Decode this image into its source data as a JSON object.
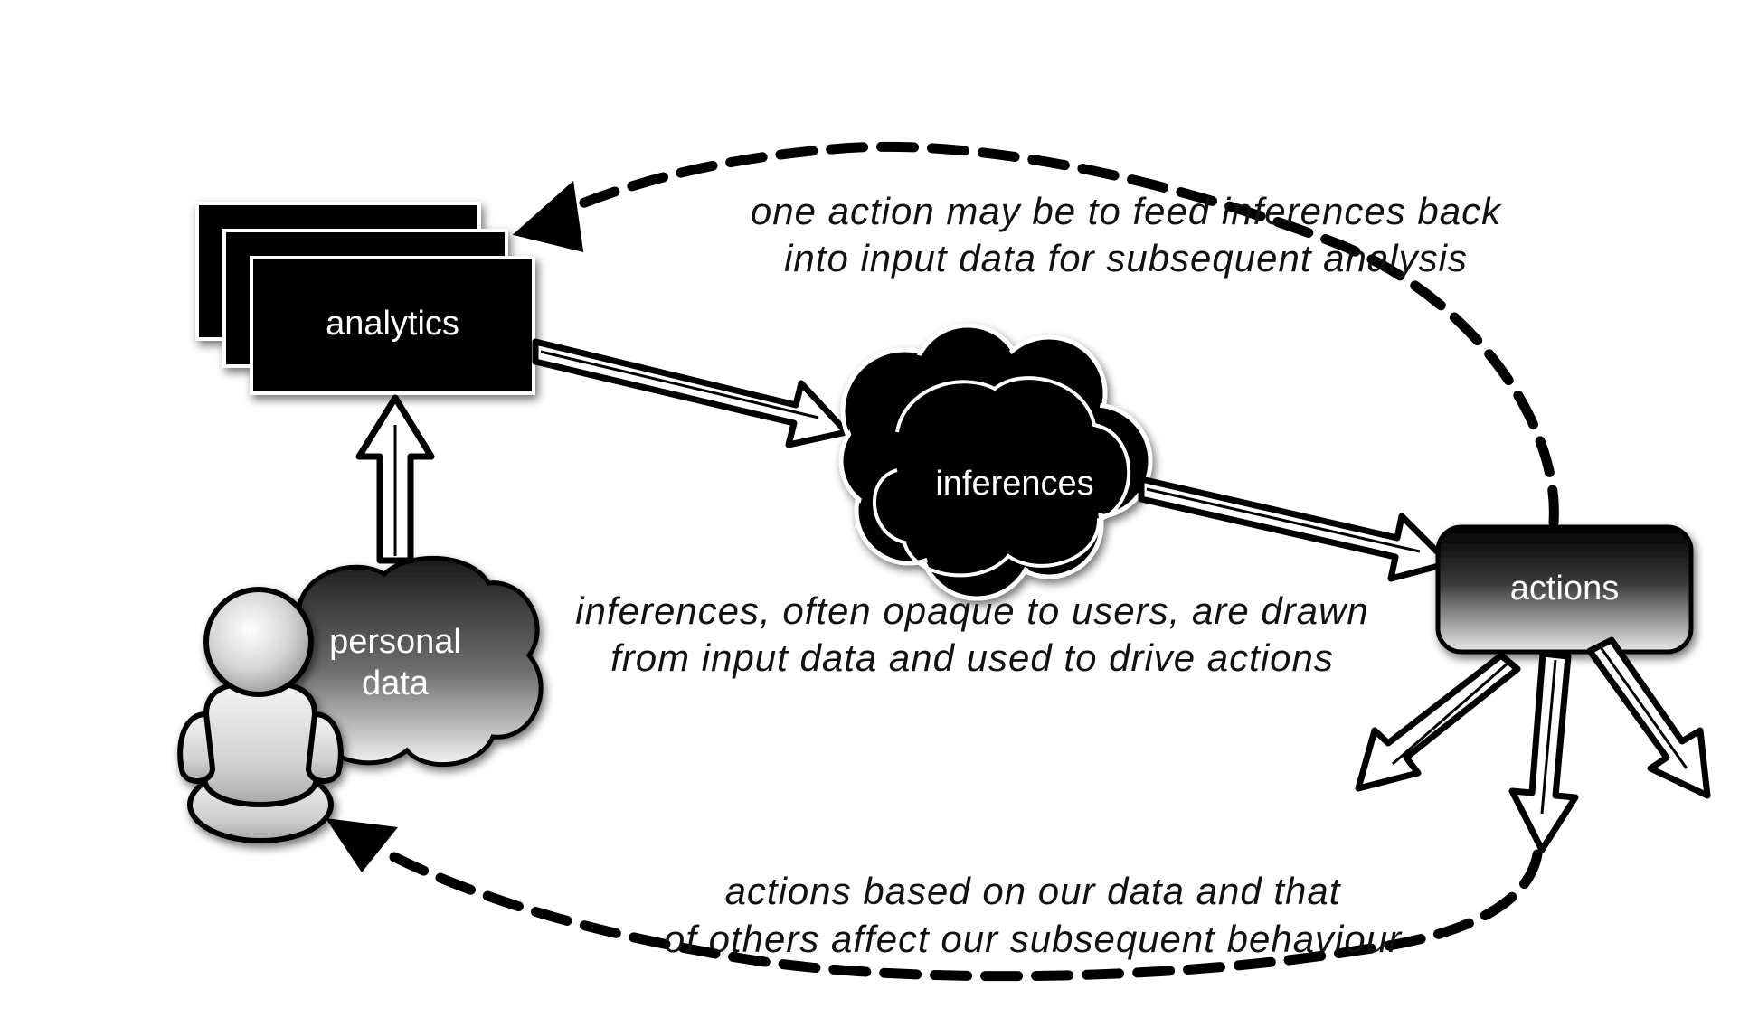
{
  "nodes": {
    "analytics": "analytics",
    "inferences": "inferences",
    "actions": "actions",
    "personal_data_line1": "personal",
    "personal_data_line2": "data"
  },
  "captions": {
    "feedback_line1": "one action may be to feed inferences back",
    "feedback_line2": "into input data for subsequent analysis",
    "inferences_line1": "inferences, often opaque to users, are drawn",
    "inferences_line2": "from input data and used to drive actions",
    "behaviour_line1": "actions based on our data and that",
    "behaviour_line2": "of others affect our subsequent behaviour"
  },
  "icons": {
    "user": "person-icon",
    "analytics": "stacked-cards-icon",
    "inferences": "cloud-icon",
    "personal_data": "cloud-icon"
  },
  "colors": {
    "fill_dark": "#000000",
    "stroke_light": "#ffffff",
    "text_dark": "#111111"
  }
}
